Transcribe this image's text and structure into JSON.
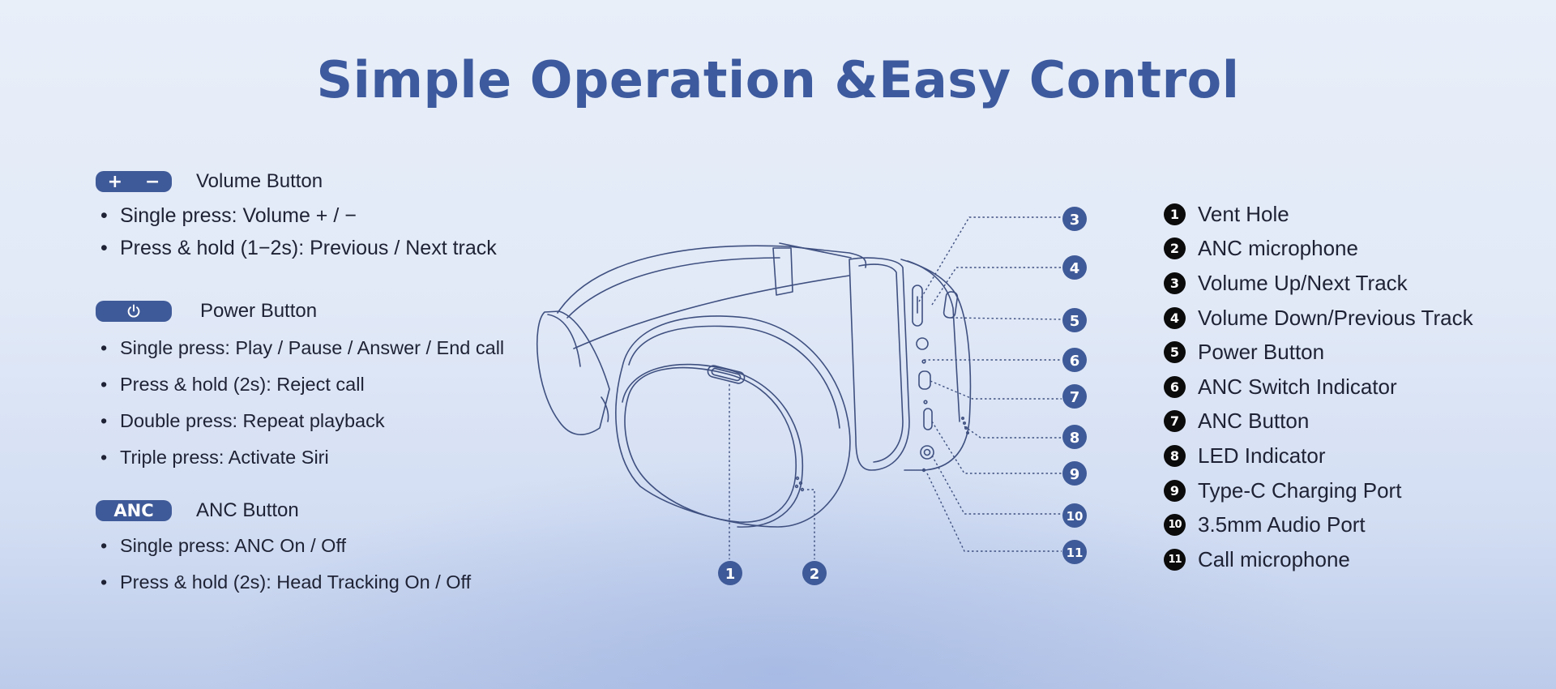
{
  "title": "Simple Operation &Easy Control",
  "sections": {
    "volume": {
      "icon": "plus-minus-icon",
      "pill_plus": "+",
      "pill_minus": "−",
      "label": "Volume Button",
      "items": [
        "Single press: Volume + / −",
        "Press & hold (1−2s): Previous / Next track"
      ]
    },
    "power": {
      "icon": "power-icon",
      "label": "Power Button",
      "items": [
        "Single press: Play / Pause / Answer / End call",
        "Press & hold (2s): Reject call",
        "Double press: Repeat playback",
        "Triple press: Activate Siri"
      ]
    },
    "anc": {
      "pill_text": "ANC",
      "label": "ANC Button",
      "items": [
        "Single press: ANC On / Off",
        "Press & hold (2s): Head Tracking On / Off"
      ]
    }
  },
  "callouts": [
    "1",
    "2",
    "3",
    "4",
    "5",
    "6",
    "7",
    "8",
    "9",
    "10",
    "11"
  ],
  "legend": [
    {
      "num": "1",
      "label": "Vent Hole"
    },
    {
      "num": "2",
      "label": "ANC microphone"
    },
    {
      "num": "3",
      "label": "Volume Up/Next Track"
    },
    {
      "num": "4",
      "label": "Volume Down/Previous Track"
    },
    {
      "num": "5",
      "label": "Power Button"
    },
    {
      "num": "6",
      "label": "ANC Switch Indicator"
    },
    {
      "num": "7",
      "label": "ANC Button"
    },
    {
      "num": "8",
      "label": "LED Indicator"
    },
    {
      "num": "9",
      "label": "Type-C Charging Port"
    },
    {
      "num": "10",
      "label": "3.5mm Audio Port"
    },
    {
      "num": "11",
      "label": "Call microphone"
    }
  ],
  "colors": {
    "title": "#3d5a9e",
    "pill": "#3f5a98",
    "callout": "#3f5a98",
    "legend_badge": "#0b0b0b",
    "line_art": "#3f5080"
  }
}
